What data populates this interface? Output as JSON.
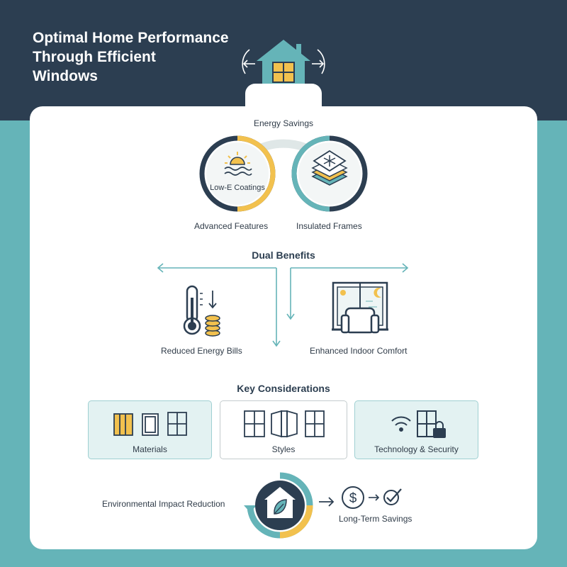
{
  "title": {
    "line1": "Optimal Home Performance",
    "line2": "Through Efficient",
    "line3": "Windows"
  },
  "icons": {
    "header": "house-window-icon",
    "sun": "sun-waves-icon",
    "snowflake": "snowflake-layers-icon",
    "thermometer": "thermometer-icon",
    "coins": "coins-icon",
    "armchair": "window-armchair-icon",
    "eco_house": "leaf-house-icon",
    "dollar": "dollar-icon",
    "check": "check-icon",
    "wifi": "wifi-icon",
    "lock": "lock-icon"
  },
  "colors": {
    "navy": "#2c3e51",
    "teal": "#65b4b8",
    "yellow": "#f2c14e",
    "light_teal": "#e3f2f2"
  },
  "energy": {
    "heading": "Energy Savings",
    "left_circle_label": "Low-E Coatings",
    "left_caption": "Advanced Features",
    "right_caption": "Insulated Frames"
  },
  "dual": {
    "heading": "Dual Benefits",
    "left_caption": "Reduced Energy Bills",
    "right_caption": "Enhanced Indoor Comfort"
  },
  "considerations": {
    "heading": "Key Considerations",
    "items": [
      {
        "label": "Materials"
      },
      {
        "label": "Styles"
      },
      {
        "label": "Technology & Security"
      }
    ]
  },
  "bottom": {
    "left_label": "Environmental Impact Reduction",
    "right_label": "Long-Term Savings"
  }
}
